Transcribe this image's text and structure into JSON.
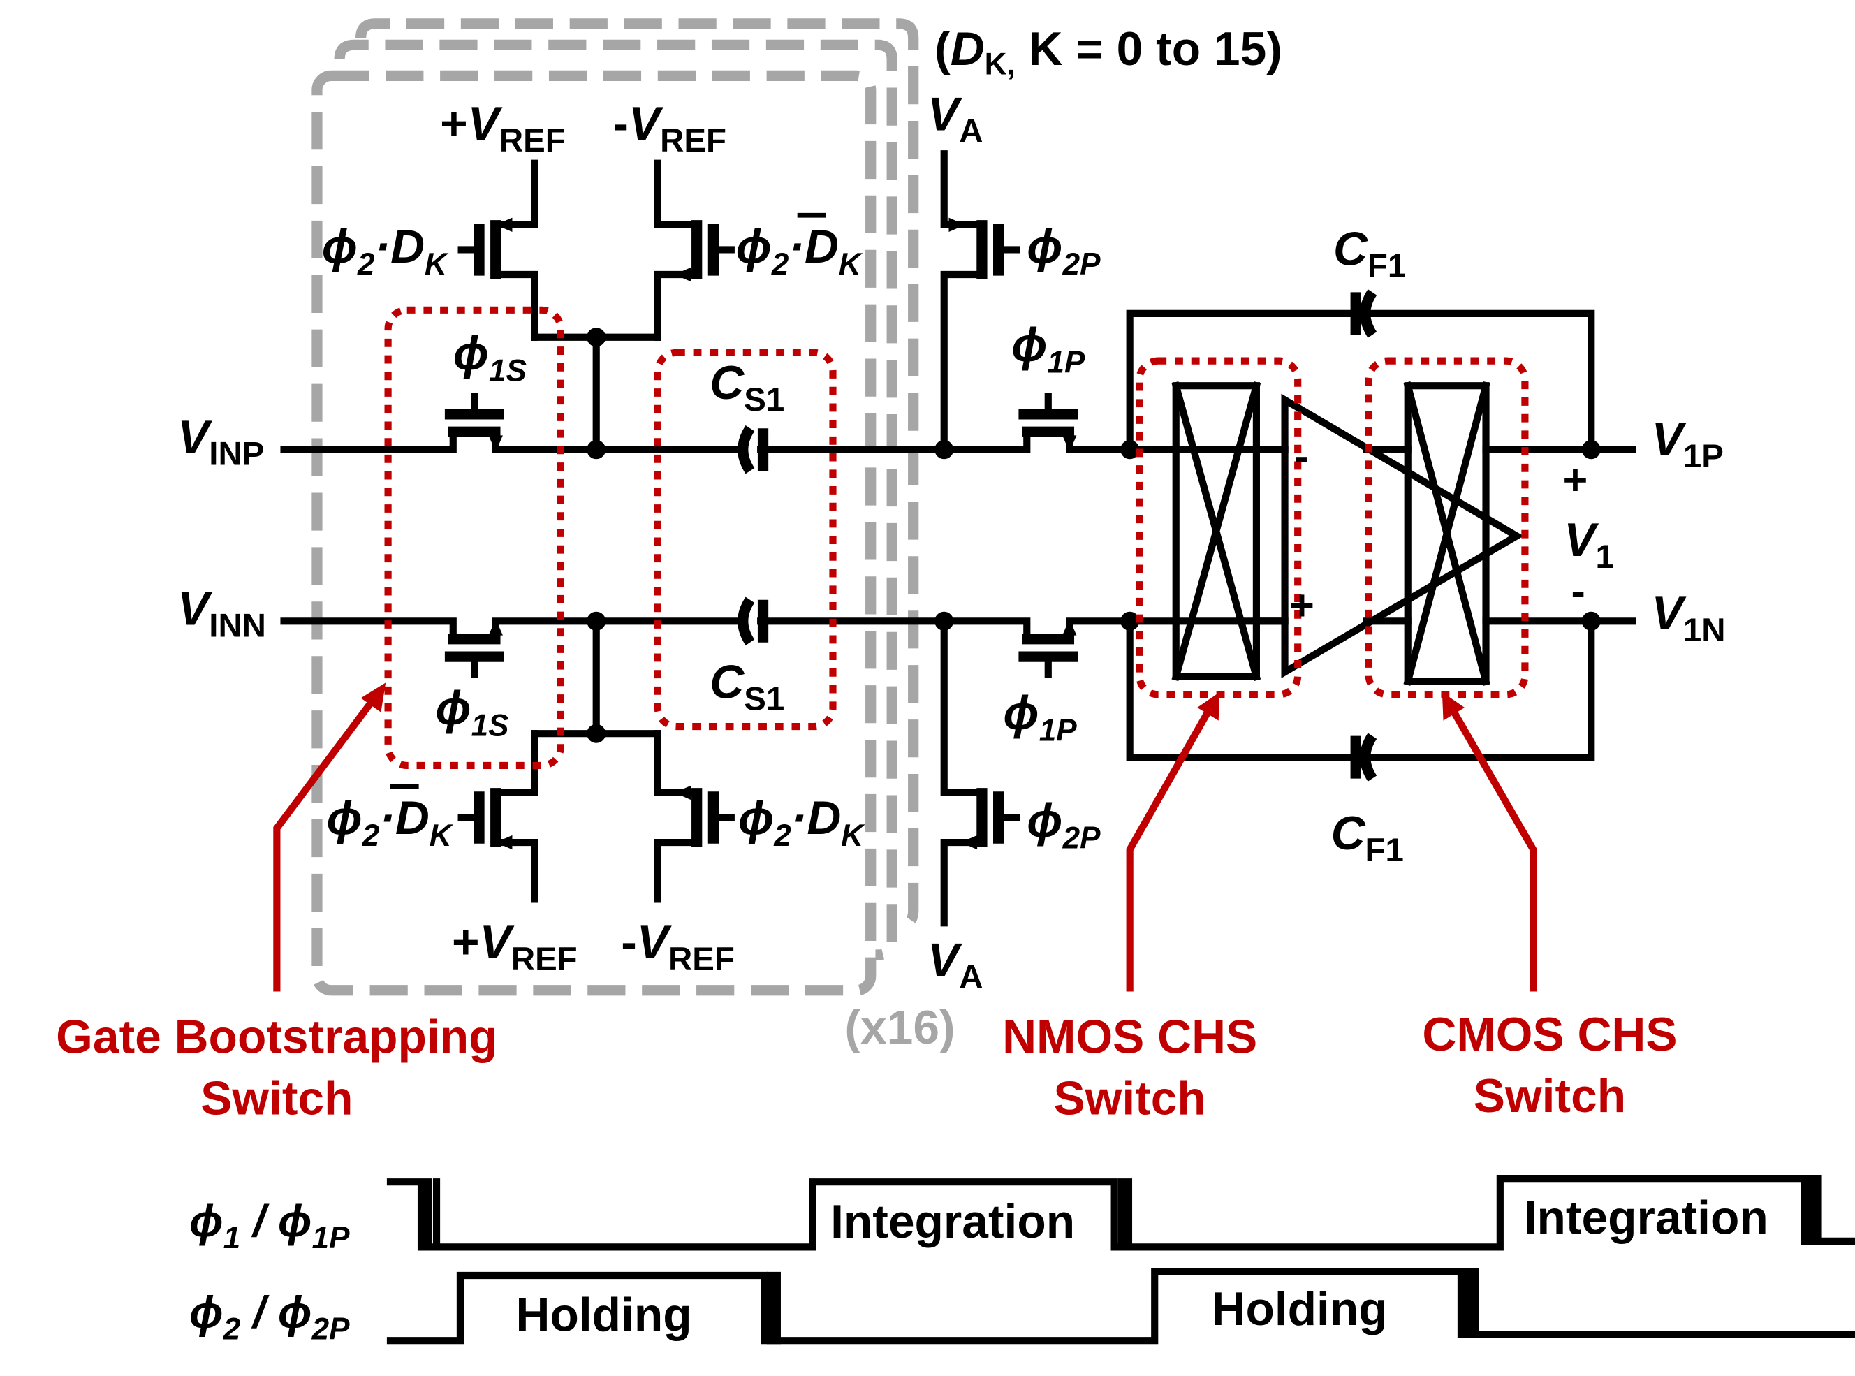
{
  "labels": {
    "title_dk": "(D",
    "title_dk_sub": "K,",
    "title_range": " K = 0 to 15)",
    "vref_pos": "+V",
    "vref_neg": "-V",
    "ref_sub": "REF",
    "va": "V",
    "va_sub": "A",
    "vinp": "V",
    "vinp_sub": "INP",
    "vinn": "V",
    "vinn_sub": "INN",
    "phi": "ϕ",
    "phi2_sub": "2",
    "phi2p_sub": "2P",
    "phi1s_sub": "1S",
    "phi1p_sub": "1P",
    "phi1_sub": "1",
    "dot_mul": "·",
    "dk": "D",
    "dk_sub": "K",
    "cs1": "C",
    "cs1_sub": "S1",
    "cf1": "C",
    "cf1_sub": "F1",
    "v1p": "V",
    "v1p_sub": "1P",
    "v1n": "V",
    "v1n_sub": "1N",
    "v1": "V",
    "v1_sub": "1",
    "plus": "+",
    "minus": "-",
    "slash": " / ",
    "x16": "(x16)",
    "gate_bootstrap_line1": "Gate Bootstrapping",
    "gate_bootstrap_line2": "Switch",
    "nmos_chs_line1": "NMOS CHS",
    "nmos_chs_line2": "Switch",
    "cmos_chs_line1": "CMOS CHS",
    "cmos_chs_line2": "Switch",
    "integration": "Integration",
    "holding": "Holding"
  },
  "colors": {
    "wire": "#000000",
    "annotation": "#c00000",
    "replica_box": "#a6a6a6"
  }
}
